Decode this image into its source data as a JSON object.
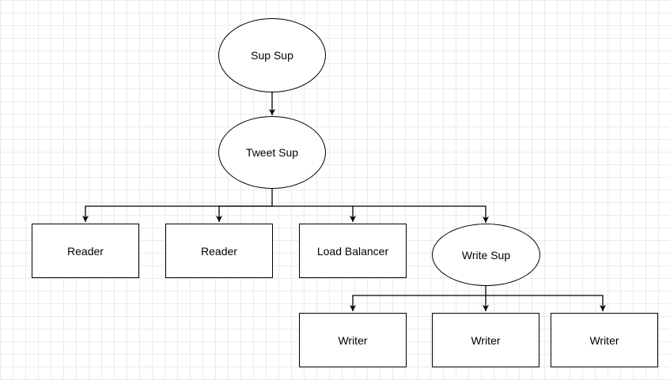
{
  "diagram": {
    "nodes": {
      "sup_sup": {
        "label": "Sup Sup",
        "shape": "ellipse"
      },
      "tweet_sup": {
        "label": "Tweet Sup",
        "shape": "ellipse"
      },
      "reader_1": {
        "label": "Reader",
        "shape": "rectangle"
      },
      "reader_2": {
        "label": "Reader",
        "shape": "rectangle"
      },
      "load_balancer": {
        "label": "Load Balancer",
        "shape": "rectangle"
      },
      "write_sup": {
        "label": "Write Sup",
        "shape": "ellipse"
      },
      "writer_1": {
        "label": "Writer",
        "shape": "rectangle"
      },
      "writer_2": {
        "label": "Writer",
        "shape": "rectangle"
      },
      "writer_3": {
        "label": "Writer",
        "shape": "rectangle"
      }
    },
    "edges": [
      {
        "from": "sup_sup",
        "to": "tweet_sup"
      },
      {
        "from": "tweet_sup",
        "to": "reader_1"
      },
      {
        "from": "tweet_sup",
        "to": "reader_2"
      },
      {
        "from": "tweet_sup",
        "to": "load_balancer"
      },
      {
        "from": "tweet_sup",
        "to": "write_sup"
      },
      {
        "from": "write_sup",
        "to": "writer_1"
      },
      {
        "from": "write_sup",
        "to": "writer_2"
      },
      {
        "from": "write_sup",
        "to": "writer_3"
      }
    ],
    "colors": {
      "stroke": "#000000",
      "fill": "#ffffff",
      "grid": "#ebebeb"
    }
  }
}
